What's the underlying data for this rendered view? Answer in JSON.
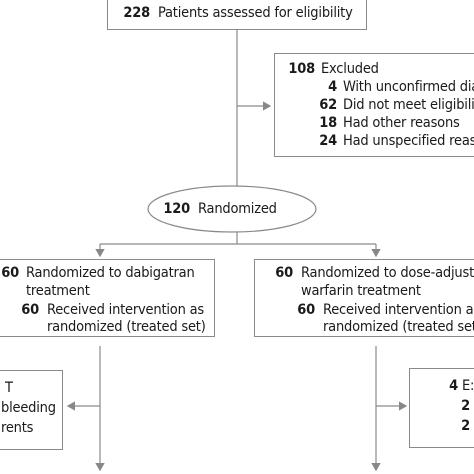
{
  "assessed": {
    "count": "228",
    "label": "Patients assessed for eligibility"
  },
  "excluded": {
    "count": "108",
    "label": "Excluded",
    "items": [
      {
        "count": "4",
        "label": "With unconfirmed dia"
      },
      {
        "count": "62",
        "label": "Did not meet eligibilit"
      },
      {
        "count": "18",
        "label": "Had other reasons"
      },
      {
        "count": "24",
        "label": "Had unspecified reaso"
      }
    ]
  },
  "randomized": {
    "count": "120",
    "label": "Randomized"
  },
  "dabigatran": {
    "count": "60",
    "label_line1": "Randomized to dabigatran",
    "label_line2": "treatment",
    "received_count": "60",
    "received_line1": "Received intervention as",
    "received_line2": "randomized (treated set)"
  },
  "warfarin": {
    "count": "60",
    "label_line1": "Randomized to dose-adjuste",
    "label_line2": "warfarin treatment",
    "received_count": "60",
    "received_line1": "Received intervention as",
    "received_line2": "randomized (treated set)"
  },
  "left_lower": {
    "line1": "T",
    "line2": "bleeding",
    "line3": "rents"
  },
  "right_lower": {
    "line1_count": "4",
    "line1_text": "E:",
    "line2_count": "2",
    "line3_count": "2"
  }
}
